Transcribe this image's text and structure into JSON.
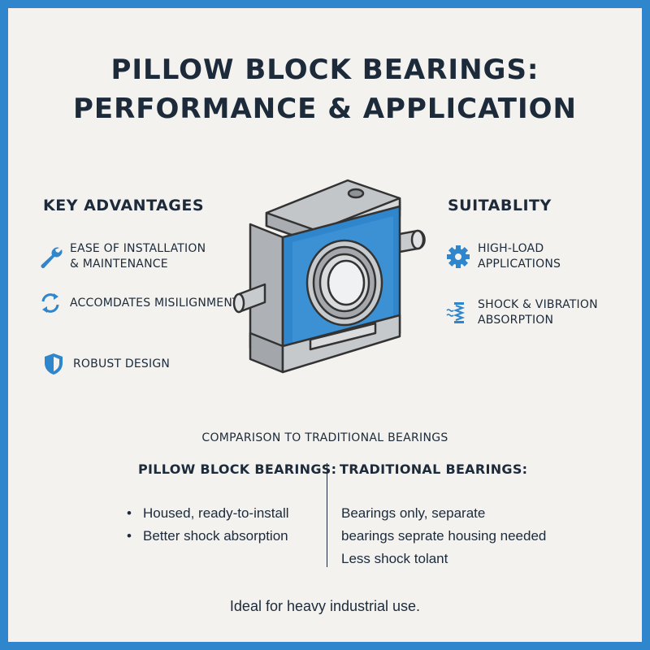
{
  "title": {
    "line1": "PILLOW BLOCK BEARINGS:",
    "line2": "PERFORMANCE & APPLICATION"
  },
  "key_advantages": {
    "heading": "KEY ADVANTAGES",
    "items": [
      {
        "label": "EASE OF INSTALLATION\n& MAINTENANCE",
        "icon": "wrench-icon"
      },
      {
        "label": "ACCOMDATES MISILIGNMENT",
        "icon": "rotate-arrows-icon"
      },
      {
        "label": "ROBUST DESIGN",
        "icon": "shield-icon"
      }
    ]
  },
  "suitability": {
    "heading": "SUITABLITY",
    "items": [
      {
        "label": "HIGH-LOAD\nAPPLICATIONS",
        "icon": "gear-icon"
      },
      {
        "label": "SHOCK & VIBRATION\nABSORPTION",
        "icon": "spring-icon"
      }
    ]
  },
  "comparison": {
    "heading": "COMPARISON TO TRADITIONAL BEARINGS",
    "pillow": {
      "heading": "PILLOW BLOCK BEARINGS:",
      "items": [
        "Housed, ready-to-install",
        "Better shock absorption"
      ]
    },
    "traditional": {
      "heading": "TRADITIONAL BEARINGS:",
      "items": [
        "Bearings only, separate",
        "bearings seprate housing needed",
        "Less shock tolant"
      ]
    }
  },
  "footer": "Ideal for heavy industrial use.",
  "colors": {
    "accent": "#2f86cc",
    "text": "#1c2a3a",
    "background": "#f3f2ef",
    "metal": "#b9bcbf"
  }
}
